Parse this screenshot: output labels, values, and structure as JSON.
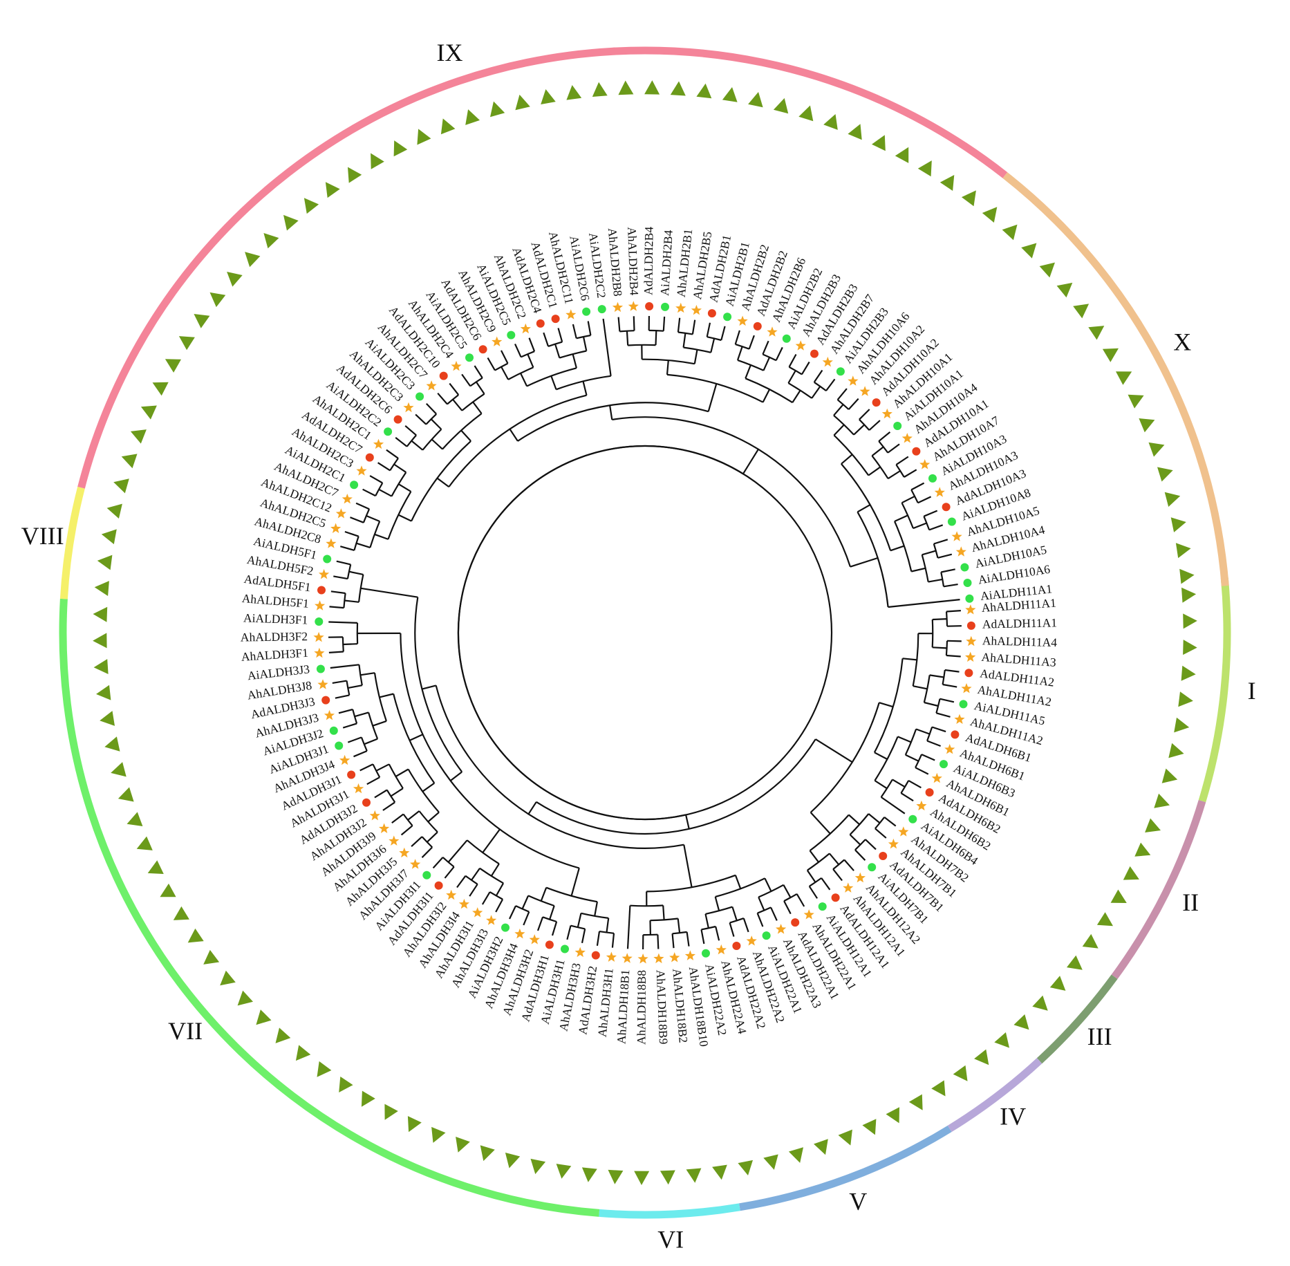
{
  "figure": {
    "type": "circular-phylogenetic-tree",
    "species_markers": {
      "Ah": {
        "shape": "star",
        "color": "#f5a623"
      },
      "Ad": {
        "shape": "circle",
        "color": "#e8401c"
      },
      "Ai": {
        "shape": "circle",
        "color": "#33e04a"
      }
    },
    "triangle_color": "#6b9a1a",
    "branch_color": "#111111"
  },
  "clades": [
    {
      "label": "I",
      "color": "#bde26c"
    },
    {
      "label": "II",
      "color": "#c890ab"
    },
    {
      "label": "III",
      "color": "#7d9e70"
    },
    {
      "label": "IV",
      "color": "#b7a7d9"
    },
    {
      "label": "V",
      "color": "#7faedd"
    },
    {
      "label": "VI",
      "color": "#6cebed"
    },
    {
      "label": "VII",
      "color": "#6ef06a"
    },
    {
      "label": "VIII",
      "color": "#f5f06a"
    },
    {
      "label": "IX",
      "color": "#f48499"
    },
    {
      "label": "X",
      "color": "#f0c18d"
    }
  ],
  "leaves": [
    {
      "name": "AhALDH11A1",
      "clade": "I"
    },
    {
      "name": "AdALDH11A1",
      "clade": "I"
    },
    {
      "name": "AhALDH11A4",
      "clade": "I"
    },
    {
      "name": "AhALDH11A3",
      "clade": "I"
    },
    {
      "name": "AdALDH11A2",
      "clade": "I"
    },
    {
      "name": "AhALDH11A2",
      "clade": "I"
    },
    {
      "name": "AiALDH11A5",
      "clade": "I"
    },
    {
      "name": "AhALDH11A2",
      "clade": "I"
    },
    {
      "name": "AdALDH6B1",
      "clade": "II"
    },
    {
      "name": "AhALDH6B1",
      "clade": "II"
    },
    {
      "name": "AiALDH6B3",
      "clade": "II"
    },
    {
      "name": "AhALDH6B1",
      "clade": "II"
    },
    {
      "name": "AdALDH6B2",
      "clade": "II"
    },
    {
      "name": "AhALDH6B2",
      "clade": "II"
    },
    {
      "name": "AiALDH6B4",
      "clade": "II"
    },
    {
      "name": "AhALDH7B2",
      "clade": "III"
    },
    {
      "name": "AhALDH7B1",
      "clade": "III"
    },
    {
      "name": "AdALDH7B1",
      "clade": "III"
    },
    {
      "name": "AiALDH7B1",
      "clade": "III"
    },
    {
      "name": "AhALDH12A2",
      "clade": "IV"
    },
    {
      "name": "AhALDH12A1",
      "clade": "IV"
    },
    {
      "name": "AdALDH12A1",
      "clade": "IV"
    },
    {
      "name": "AiALDH12A1",
      "clade": "IV"
    },
    {
      "name": "AhALDH22A1",
      "clade": "V"
    },
    {
      "name": "AdALDH22A1",
      "clade": "V"
    },
    {
      "name": "AhALDH22A3",
      "clade": "V"
    },
    {
      "name": "AiALDH22A1",
      "clade": "V"
    },
    {
      "name": "AhALDH22A2",
      "clade": "V"
    },
    {
      "name": "AdALDH22A2",
      "clade": "V"
    },
    {
      "name": "AhALDH22A4",
      "clade": "V"
    },
    {
      "name": "AiALDH22A2",
      "clade": "V"
    },
    {
      "name": "AhALDH18B10",
      "clade": "VI"
    },
    {
      "name": "AhALDH18B2",
      "clade": "VI"
    },
    {
      "name": "AhALDH18B9",
      "clade": "VI"
    },
    {
      "name": "AhALDH18B8",
      "clade": "VI"
    },
    {
      "name": "AhALDH18B1",
      "clade": "VI"
    },
    {
      "name": "AhALDH3H1",
      "clade": "VII"
    },
    {
      "name": "AdALDH3H2",
      "clade": "VII"
    },
    {
      "name": "AhALDH3H3",
      "clade": "VII"
    },
    {
      "name": "AiALDH3H1",
      "clade": "VII"
    },
    {
      "name": "AdALDH3H1",
      "clade": "VII"
    },
    {
      "name": "AhALDH3H2",
      "clade": "VII"
    },
    {
      "name": "AhALDH3H4",
      "clade": "VII"
    },
    {
      "name": "AiALDH3H2",
      "clade": "VII"
    },
    {
      "name": "AhALDH3I3",
      "clade": "VII"
    },
    {
      "name": "AhALDH3I1",
      "clade": "VII"
    },
    {
      "name": "AhALDH3I4",
      "clade": "VII"
    },
    {
      "name": "AhALDH3I2",
      "clade": "VII"
    },
    {
      "name": "AdALDH3I1",
      "clade": "VII"
    },
    {
      "name": "AiALDH3I1",
      "clade": "VII"
    },
    {
      "name": "AhALDH3J7",
      "clade": "VII"
    },
    {
      "name": "AhALDH3J5",
      "clade": "VII"
    },
    {
      "name": "AhALDH3J6",
      "clade": "VII"
    },
    {
      "name": "AhALDH3J9",
      "clade": "VII"
    },
    {
      "name": "AhALDH3J2",
      "clade": "VII"
    },
    {
      "name": "AdALDH3J2",
      "clade": "VII"
    },
    {
      "name": "AhALDH3J1",
      "clade": "VII"
    },
    {
      "name": "AdALDH3J1",
      "clade": "VII"
    },
    {
      "name": "AhALDH3J4",
      "clade": "VII"
    },
    {
      "name": "AiALDH3J1",
      "clade": "VII"
    },
    {
      "name": "AiALDH3J2",
      "clade": "VII"
    },
    {
      "name": "AhALDH3J3",
      "clade": "VII"
    },
    {
      "name": "AdALDH3J3",
      "clade": "VII"
    },
    {
      "name": "AhALDH3J8",
      "clade": "VII"
    },
    {
      "name": "AiALDH3J3",
      "clade": "VII"
    },
    {
      "name": "AhALDH3F1",
      "clade": "VII"
    },
    {
      "name": "AhALDH3F2",
      "clade": "VII"
    },
    {
      "name": "AiALDH3F1",
      "clade": "VII"
    },
    {
      "name": "AhALDH5F1",
      "clade": "VIII"
    },
    {
      "name": "AdALDH5F1",
      "clade": "VIII"
    },
    {
      "name": "AhALDH5F2",
      "clade": "VIII"
    },
    {
      "name": "AiALDH5F1",
      "clade": "VIII"
    },
    {
      "name": "AhALDH2C8",
      "clade": "IX"
    },
    {
      "name": "AhALDH2C5",
      "clade": "IX"
    },
    {
      "name": "AhALDH2C12",
      "clade": "IX"
    },
    {
      "name": "AhALDH2C7",
      "clade": "IX"
    },
    {
      "name": "AiALDH2C1",
      "clade": "IX"
    },
    {
      "name": "AhALDH2C3",
      "clade": "IX"
    },
    {
      "name": "AdALDH2C7",
      "clade": "IX"
    },
    {
      "name": "AhALDH2C1",
      "clade": "IX"
    },
    {
      "name": "AiALDH2C2",
      "clade": "IX"
    },
    {
      "name": "AdALDH2C6",
      "clade": "IX"
    },
    {
      "name": "AhALDH2C3",
      "clade": "IX"
    },
    {
      "name": "AiALDH2C3",
      "clade": "IX"
    },
    {
      "name": "AhALDH2C7",
      "clade": "IX"
    },
    {
      "name": "AdALDH2C10",
      "clade": "IX"
    },
    {
      "name": "AhALDH2C4",
      "clade": "IX"
    },
    {
      "name": "AiALDH2C5",
      "clade": "IX"
    },
    {
      "name": "AdALDH2C6",
      "clade": "IX"
    },
    {
      "name": "AhALDH2C9",
      "clade": "IX"
    },
    {
      "name": "AiALDH2C5",
      "clade": "IX"
    },
    {
      "name": "AhALDH2C2",
      "clade": "IX"
    },
    {
      "name": "AdALDH2C4",
      "clade": "IX"
    },
    {
      "name": "AdALDH2C1",
      "clade": "IX"
    },
    {
      "name": "AhALDH2C11",
      "clade": "IX"
    },
    {
      "name": "AiALDH2C6",
      "clade": "IX"
    },
    {
      "name": "AiALDH2C2",
      "clade": "IX"
    },
    {
      "name": "AhALDH2B8",
      "clade": "IX"
    },
    {
      "name": "AhALDH2B4",
      "clade": "IX"
    },
    {
      "name": "AdALDH2B4",
      "clade": "IX"
    },
    {
      "name": "AiALDH2B4",
      "clade": "IX"
    },
    {
      "name": "AhALDH2B1",
      "clade": "IX"
    },
    {
      "name": "AhALDH2B5",
      "clade": "IX"
    },
    {
      "name": "AdALDH2B1",
      "clade": "IX"
    },
    {
      "name": "AiALDH2B1",
      "clade": "IX"
    },
    {
      "name": "AhALDH2B2",
      "clade": "IX"
    },
    {
      "name": "AdALDH2B2",
      "clade": "IX"
    },
    {
      "name": "AhALDH2B6",
      "clade": "IX"
    },
    {
      "name": "AiALDH2B2",
      "clade": "IX"
    },
    {
      "name": "AhALDH2B3",
      "clade": "IX"
    },
    {
      "name": "AdALDH2B3",
      "clade": "IX"
    },
    {
      "name": "AhALDH2B7",
      "clade": "IX"
    },
    {
      "name": "AiALDH2B3",
      "clade": "IX"
    },
    {
      "name": "AhALDH10A6",
      "clade": "X"
    },
    {
      "name": "AhALDH10A2",
      "clade": "X"
    },
    {
      "name": "AdALDH10A2",
      "clade": "X"
    },
    {
      "name": "AhALDH10A1",
      "clade": "X"
    },
    {
      "name": "AiALDH10A1",
      "clade": "X"
    },
    {
      "name": "AhALDH10A4",
      "clade": "X"
    },
    {
      "name": "AdALDH10A1",
      "clade": "X"
    },
    {
      "name": "AhALDH10A7",
      "clade": "X"
    },
    {
      "name": "AiALDH10A3",
      "clade": "X"
    },
    {
      "name": "AhALDH10A3",
      "clade": "X"
    },
    {
      "name": "AdALDH10A3",
      "clade": "X"
    },
    {
      "name": "AiALDH10A8",
      "clade": "X"
    },
    {
      "name": "AhALDH10A5",
      "clade": "X"
    },
    {
      "name": "AhALDH10A4",
      "clade": "X"
    },
    {
      "name": "AiALDH10A5",
      "clade": "X"
    },
    {
      "name": "AiALDH10A6",
      "clade": "X"
    },
    {
      "name": "AiALDH11A1",
      "clade": "X"
    }
  ]
}
